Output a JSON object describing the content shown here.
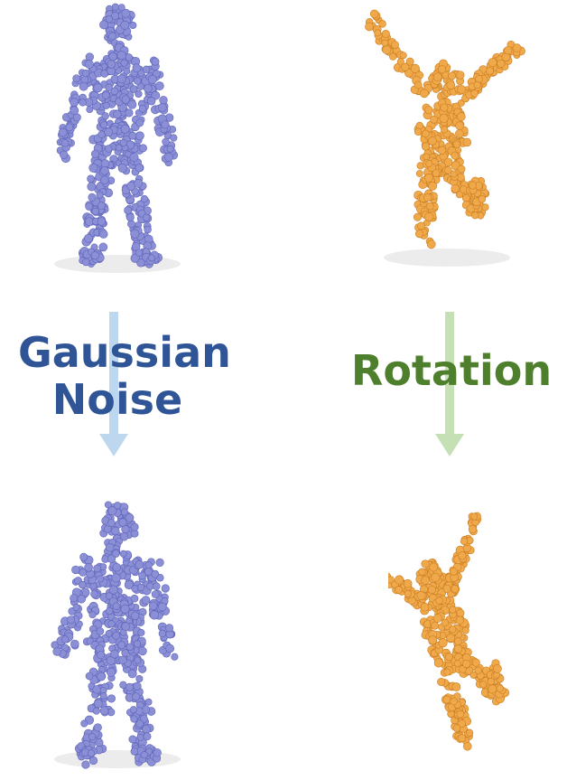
{
  "labels": {
    "noise_line1": "Gaussian",
    "noise_line2": "Noise",
    "rotation": "Rotation"
  },
  "colors": {
    "noise_text": "#2f5597",
    "rotation_text": "#4e7f2c",
    "noise_arrow": "#bdd7ee",
    "rotation_arrow": "#c5e0b4",
    "human_points": "#8a8fd6",
    "human_points_dark": "#5f63b8",
    "jump_points": "#f0a94a",
    "jump_points_dark": "#c97d22"
  },
  "icons": {
    "noise_arrow": "down-arrow",
    "rotation_arrow": "down-arrow"
  }
}
